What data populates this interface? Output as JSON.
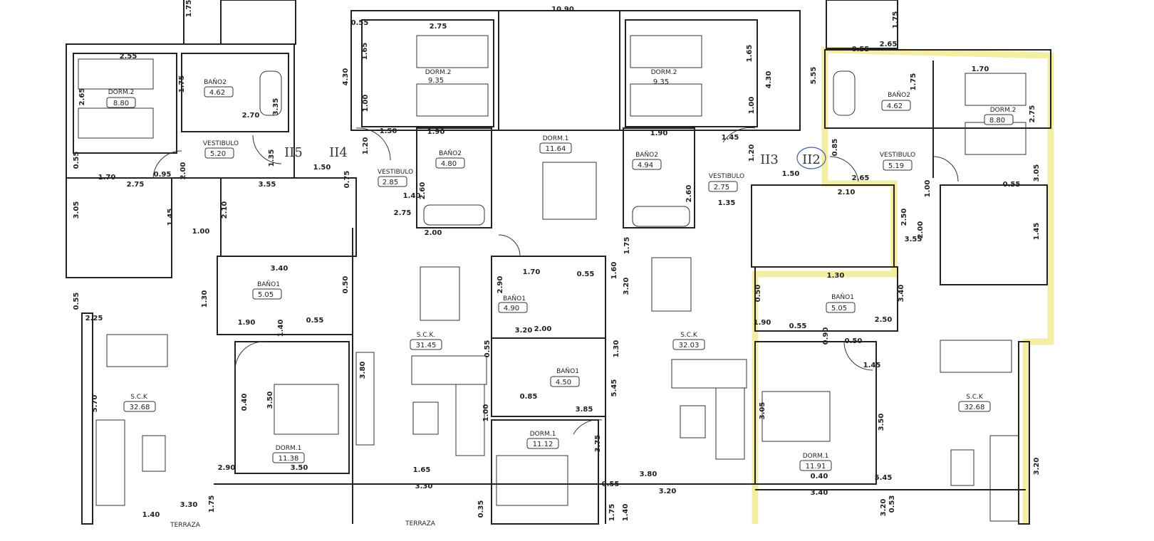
{
  "plan": {
    "units": [
      "II5",
      "II4",
      "II3",
      "II2"
    ],
    "highlight_color": "#f2ec9a",
    "rooms": [
      {
        "name": "DORM.2",
        "area": "8.80"
      },
      {
        "name": "BAÑO2",
        "area": "4.62"
      },
      {
        "name": "VESTIBULO",
        "area": "5.20"
      },
      {
        "name": "DORM.2",
        "area": "9.35"
      },
      {
        "name": "VESTIBULO",
        "area": "2.85"
      },
      {
        "name": "BAÑO2",
        "area": "4.80"
      },
      {
        "name": "DORM.1",
        "area": "11.64"
      },
      {
        "name": "DORM.2",
        "area": "9.35"
      },
      {
        "name": "BAÑO2",
        "area": "4.94"
      },
      {
        "name": "VESTIBULO",
        "area": "2.75"
      },
      {
        "name": "BAÑO2",
        "area": "4.62"
      },
      {
        "name": "DORM.2",
        "area": "8.80"
      },
      {
        "name": "VESTIBULO",
        "area": "5.19"
      },
      {
        "name": "BAÑO1",
        "area": "5.05"
      },
      {
        "name": "BAÑO1",
        "area": "4.90"
      },
      {
        "name": "S.C.K.",
        "area": "31.45"
      },
      {
        "name": "S.C.K",
        "area": "32.03"
      },
      {
        "name": "BAÑO1",
        "area": "5.05"
      },
      {
        "name": "S.C.K",
        "area": "32.68"
      },
      {
        "name": "BAÑO1",
        "area": "4.50"
      },
      {
        "name": "DORM.1",
        "area": "11.38"
      },
      {
        "name": "DORM.1",
        "area": "11.12"
      },
      {
        "name": "DORM.1",
        "area": "11.91"
      },
      {
        "name": "S.C.K",
        "area": "32.68"
      }
    ],
    "terraces": [
      "TERRAZA",
      "TERRAZA"
    ],
    "dimensions": [
      "10.90",
      "2.55",
      "2.65",
      "1.75",
      "2.70",
      "3.35",
      "0.55",
      "1.70",
      "0.95",
      "2.00",
      "2.75",
      "3.05",
      "1.45",
      "1.00",
      "1.35",
      "1.50",
      "0.75",
      "3.55",
      "2.10",
      "2.75",
      "1.65",
      "4.30",
      "1.00",
      "1.20",
      "1.50",
      "1.90",
      "1.40",
      "2.60",
      "3.40",
      "3.20",
      "2.00",
      "2.75",
      "0.55",
      "1.65",
      "4.30",
      "1.00",
      "1.45",
      "1.20",
      "1.90",
      "2.60",
      "1.35",
      "1.50",
      "1.75",
      "5.55",
      "2.65",
      "1.75",
      "0.85",
      "2.65",
      "1.70",
      "2.75",
      "0.55",
      "3.05",
      "1.45",
      "2.00",
      "1.00",
      "3.55",
      "2.10",
      "2.50",
      "3.40",
      "1.30",
      "0.50",
      "1.90",
      "0.55",
      "0.90",
      "0.50",
      "2.50",
      "1.45",
      "1.30",
      "0.50",
      "1.90",
      "0.55",
      "1.40",
      "1.70",
      "0.55",
      "1.60",
      "2.90",
      "3.20",
      "2.00",
      "1.75",
      "0.85",
      "1.00",
      "3.85",
      "0.55",
      "5.45",
      "5.70",
      "3.80",
      "3.50",
      "0.40",
      "2.90",
      "3.50",
      "1.65",
      "3.75",
      "3.80",
      "3.50",
      "3.05",
      "0.40",
      "5.45",
      "3.20",
      "3.30",
      "3.30",
      "3.20",
      "3.40",
      "1.40",
      "1.75",
      "0.35",
      "0.55",
      "1.75",
      "1.40",
      "0.53",
      "0.55",
      "2.25",
      "1.75",
      "0.55",
      "1.30",
      "3.20"
    ]
  }
}
